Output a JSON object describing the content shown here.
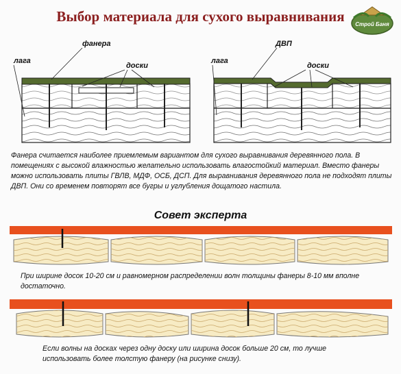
{
  "header": {
    "title": "Выбор материала для сухого выравнивания",
    "logo_text": "Строй Баня"
  },
  "diagram_left": {
    "label_plywood": "фанера",
    "label_boards": "доски",
    "label_joist": "лага"
  },
  "diagram_right": {
    "label_board": "ДВП",
    "label_boards": "доски",
    "label_joist": "лага"
  },
  "description": "Фанера считается наиболее приемлемым вариантом для сухого выравнивания деревянного пола. В помещениях с высокой влажностью желательно использовать влагостойкий материал. Вместо фанеры можно использовать плиты ГВЛВ, МДФ, ОСБ, ДСП. Для выравнивания деревянного пола не подходят плиты ДВП. Они со временем повторят все бугры и углубления дощатого настила.",
  "tip": {
    "title": "Совет эксперта",
    "note1": "При ширине досок 10-20 см и равномерном распределении волн толщины фанеры 8-10 мм вполне достаточно.",
    "note2": "Если волны на досках через одну доску или ширина досок больше 20 см, то лучше использовать более толстую фанеру (на рисунке снизу)."
  },
  "colors": {
    "title": "#8b1e1e",
    "plywood_green": "#556b2f",
    "plywood_red": "#e8501e",
    "wood": "#f7ebc4"
  }
}
